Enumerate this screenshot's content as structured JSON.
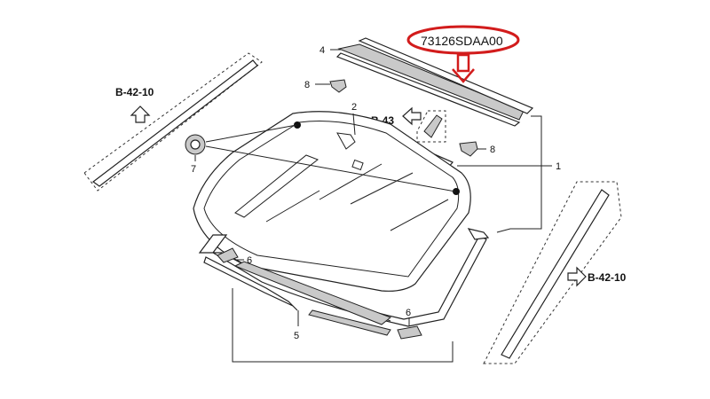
{
  "part_number": "73126SDAA00",
  "highlight_color": "#d21c1c",
  "labels": {
    "c1": "1",
    "c2": "2",
    "c4": "4",
    "c5": "5",
    "c6a": "6",
    "c6b": "6",
    "c7": "7",
    "c8a": "8",
    "c8b": "8"
  },
  "refs": {
    "left": "B-42-10",
    "top": "B-43",
    "right": "B-42-10"
  }
}
